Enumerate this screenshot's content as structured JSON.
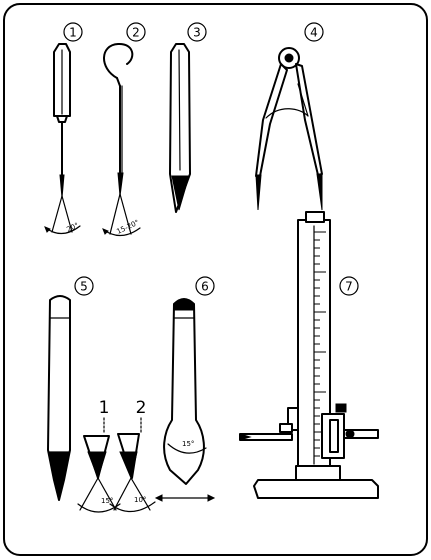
{
  "tools": [
    {
      "number": "1"
    },
    {
      "number": "2"
    },
    {
      "number": "3"
    },
    {
      "number": "4"
    },
    {
      "number": "5"
    },
    {
      "number": "6"
    },
    {
      "number": "7"
    }
  ],
  "angles": {
    "tool1": "20°",
    "tool2": "15-20°",
    "chisel1": "15°",
    "chisel2": "10°",
    "tool6": "15°"
  },
  "subLabels": [
    "1",
    "2"
  ]
}
